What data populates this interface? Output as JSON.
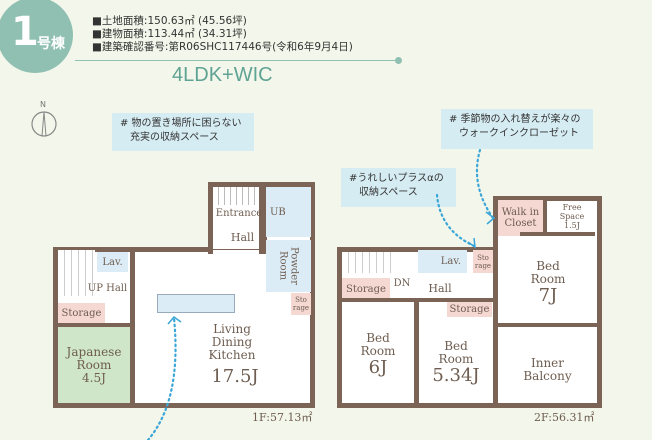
{
  "header": {
    "badge_number": "1",
    "badge_suffix": "号棟",
    "info_lines": [
      "■土地面積:150.63㎡ (45.56坪)",
      "■建物面積:113.44㎡ (34.31坪)",
      "■建築確認番号:第R06SHC117446号(令和6年9月4日)"
    ],
    "layout_type": "4LDK+WIC"
  },
  "compass": {
    "label": "N"
  },
  "callouts": [
    {
      "lines": [
        "# 物の置き場所に困らない",
        "充実の収納スペース"
      ]
    },
    {
      "lines": [
        "# 季節物の入れ替えが楽々の",
        "ウォークインクローゼット"
      ]
    },
    {
      "lines": [
        "#うれしいプラスαの",
        "収納スペース"
      ]
    }
  ],
  "floor1": {
    "area": "1F:57.13㎡",
    "rooms": {
      "lav": "Lav.",
      "up_hall": "UP Hall",
      "storage": "Storage",
      "japanese": [
        "Japanese",
        "Room",
        "4.5J"
      ],
      "entrance": "Entrance",
      "hall": "Hall",
      "ub": "UB",
      "powder": "Powder Room",
      "sto": "Sto rage",
      "ldk": [
        "Living",
        "Dining",
        "Kitchen"
      ],
      "ldk_size": "17.5J"
    }
  },
  "floor2": {
    "area": "2F:56.31㎡",
    "rooms": {
      "lav": "Lav.",
      "sto": "Sto rage",
      "storage_left": "Storage",
      "dn": "DN",
      "hall": "Hall",
      "wic": [
        "Walk in",
        "Closet"
      ],
      "free": [
        "Free",
        "Space",
        "1.5J"
      ],
      "bed7": [
        "Bed",
        "Room"
      ],
      "bed7_size": "7J",
      "bed6": [
        "Bed",
        "Room"
      ],
      "bed6_size": "6J",
      "storage_mid": "Storage",
      "bed534": [
        "Bed",
        "Room"
      ],
      "bed534_size": "5.34J",
      "balcony": [
        "Inner",
        "Balcony"
      ]
    }
  },
  "colors": {
    "accent": "#8fc0b2",
    "wall": "#7b6455",
    "storage": "#f5d8d2",
    "wet": "#dcecf6",
    "tatami": "#cfe6c9",
    "arrow": "#3aa6d8"
  }
}
